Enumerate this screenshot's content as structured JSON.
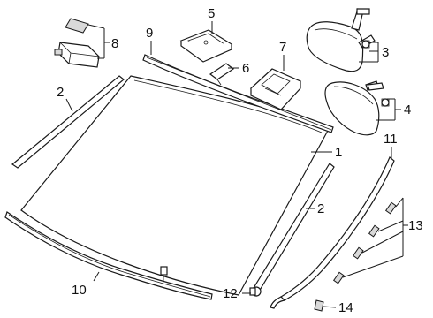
{
  "callouts": {
    "c1": "1",
    "c2a": "2",
    "c2b": "2",
    "c3": "3",
    "c4": "4",
    "c5": "5",
    "c6": "6",
    "c7": "7",
    "c8": "8",
    "c9": "9",
    "c10": "10",
    "c11": "11",
    "c12": "12",
    "c13": "13",
    "c14": "14"
  },
  "parts": {
    "windshield-glass": "1",
    "side-moulding": "2",
    "inside-mirror-assembly-upper": "3",
    "inside-mirror-assembly-lower": "4",
    "mirror-cover-bracket": "5",
    "small-clip": "6",
    "rain-sensor-housing": "7",
    "sensor-with-gasket": "8",
    "upper-moulding": "9",
    "lower-moulding": "10",
    "pillar-trim-strip": "11",
    "retainer-screw": "12",
    "adhesive-clips": "13",
    "end-clip": "14"
  }
}
